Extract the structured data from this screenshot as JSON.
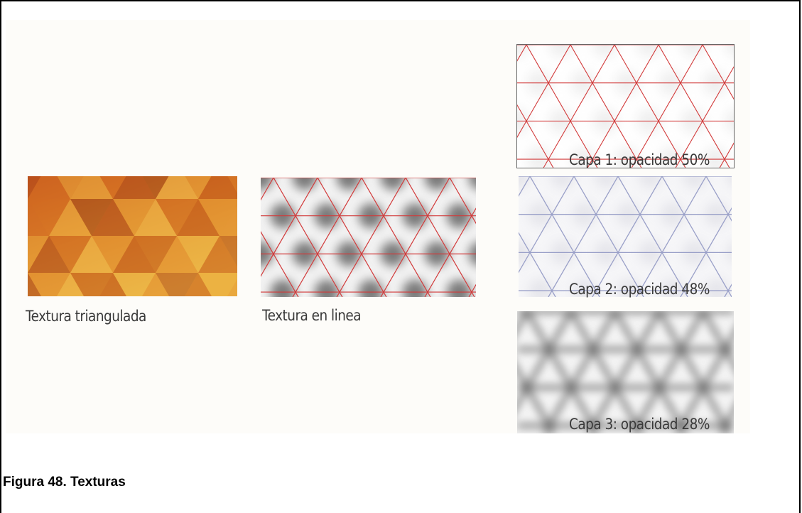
{
  "figure": {
    "caption": "Figura 48. Texturas",
    "panels": [
      {
        "label": "Textura triangulada",
        "icon": "triangulated-texture"
      },
      {
        "label": "Textura en linea",
        "icon": "line-texture"
      },
      {
        "label": "Capa 1:  opacidad 50%",
        "icon": "layer-1-texture"
      },
      {
        "label": "Capa 2:  opacidad 48%",
        "icon": "layer-2-texture"
      },
      {
        "label": "Capa 3:  opacidad 28%",
        "icon": "layer-3-texture"
      }
    ],
    "colors": {
      "warm_dark": "#c4541a",
      "warm_light": "#eab040",
      "red_line": "#d23a3a",
      "blue_line": "#9aa0c8",
      "gray_blur": "#7a7a7a"
    }
  }
}
